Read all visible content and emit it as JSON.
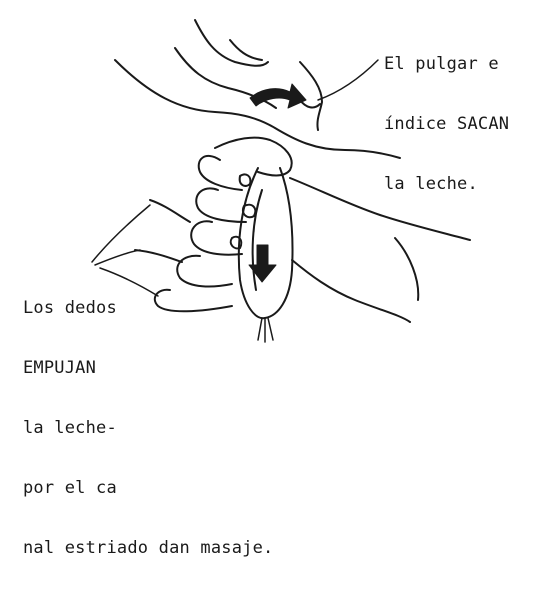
{
  "figure": {
    "top_caption": {
      "lines": [
        "El pulgar e",
        "índice SACAN",
        "la leche."
      ]
    },
    "bottom_caption": {
      "lines": [
        "Los dedos",
        "EMPUJAN",
        "la leche-",
        "por el ca",
        "nal estriado dan masaje."
      ]
    }
  }
}
